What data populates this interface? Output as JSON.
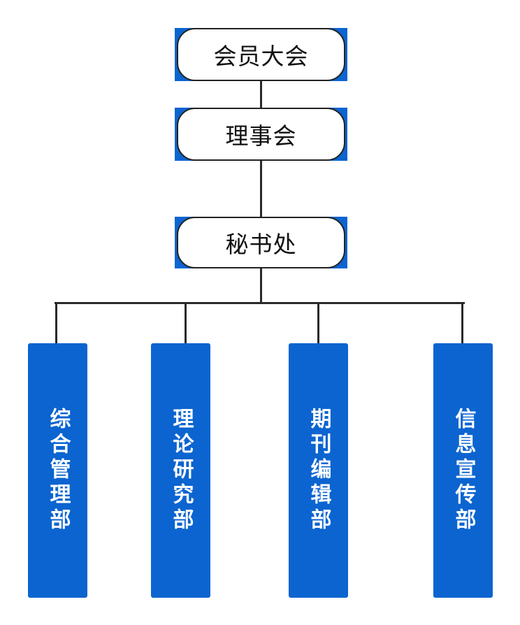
{
  "org_chart": {
    "top_nodes": [
      {
        "label": "会员大会"
      },
      {
        "label": "理事会"
      },
      {
        "label": "秘书处"
      }
    ],
    "departments": [
      {
        "label": "综合管理部"
      },
      {
        "label": "理论研究部"
      },
      {
        "label": "期刊编辑部"
      },
      {
        "label": "信息宣传部"
      }
    ],
    "colors": {
      "node_fill": "#0b64d0",
      "pill_fill": "#ffffff",
      "pill_border": "#222222",
      "connector": "#2a2a2a",
      "department_text": "#ffffff"
    }
  }
}
